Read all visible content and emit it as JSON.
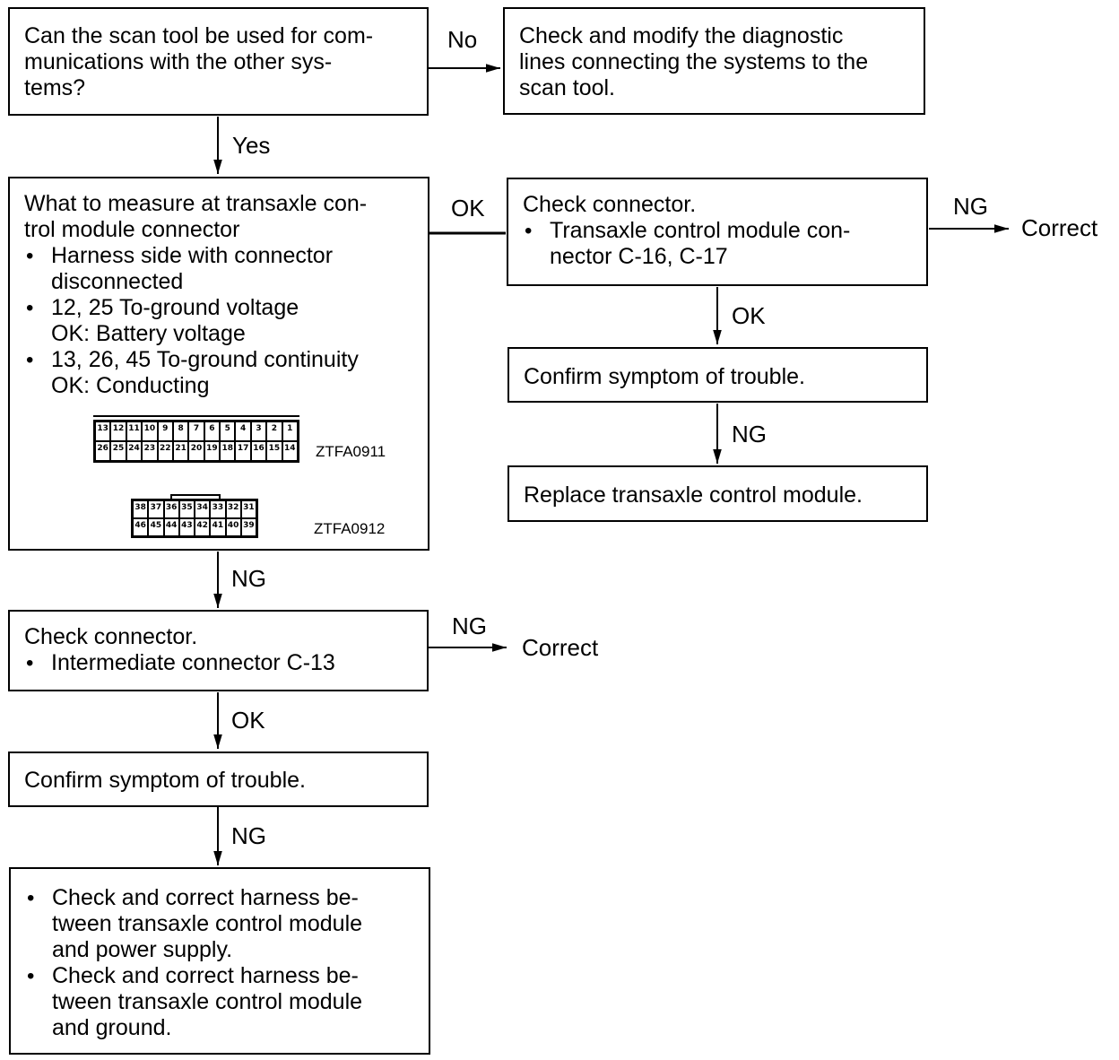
{
  "boxes": {
    "q_scan": "Can the scan tool be used for com-\nmunications with the other sys-\ntems?",
    "check_lines": "Check and modify the diagnostic\nlines connecting the systems to the\nscan tool.",
    "measure": {
      "heading": "What to measure at transaxle con-\ntrol module connector",
      "bullets": [
        {
          "text": "Harness side with connector\ndisconnected"
        },
        {
          "text": "12, 25 To-ground voltage",
          "sub": "OK: Battery voltage"
        },
        {
          "text": "13, 26, 45 To-ground continuity",
          "sub": "OK: Conducting"
        }
      ]
    },
    "check_tcm_conn": {
      "heading": "Check connector.",
      "bullet": "Transaxle control module con-\nnector C-16, C-17"
    },
    "confirm_1": "Confirm symptom of trouble.",
    "replace_tcm": "Replace transaxle control module.",
    "check_inter": {
      "heading": "Check connector.",
      "bullet": "Intermediate connector C-13"
    },
    "confirm_2": "Confirm symptom of trouble.",
    "final": [
      "Check and correct harness be-\ntween transaxle control module\nand power supply.",
      "Check and correct harness be-\ntween transaxle control module\nand ground."
    ]
  },
  "labels": {
    "no": "No",
    "yes": "Yes",
    "ok_1": "OK",
    "ng_1": "NG",
    "correct_1": "Correct",
    "ok_2": "OK",
    "ng_2": "NG",
    "ng_3": "NG",
    "ng_4": "NG",
    "correct_2": "Correct",
    "ok_3": "OK",
    "ng_5": "NG"
  },
  "connectors": {
    "c1": {
      "code": "ZTFA0911",
      "top_row": [
        "13",
        "12",
        "11",
        "10",
        "9",
        "8",
        "7",
        "6",
        "5",
        "4",
        "3",
        "2",
        "1"
      ],
      "bottom_row": [
        "26",
        "25",
        "24",
        "23",
        "22",
        "21",
        "20",
        "19",
        "18",
        "17",
        "16",
        "15",
        "14"
      ]
    },
    "c2": {
      "code": "ZTFA0912",
      "top_row": [
        "38",
        "37",
        "36",
        "35",
        "34",
        "33",
        "32",
        "31"
      ],
      "bottom_row": [
        "46",
        "45",
        "44",
        "43",
        "42",
        "41",
        "40",
        "39"
      ]
    }
  }
}
